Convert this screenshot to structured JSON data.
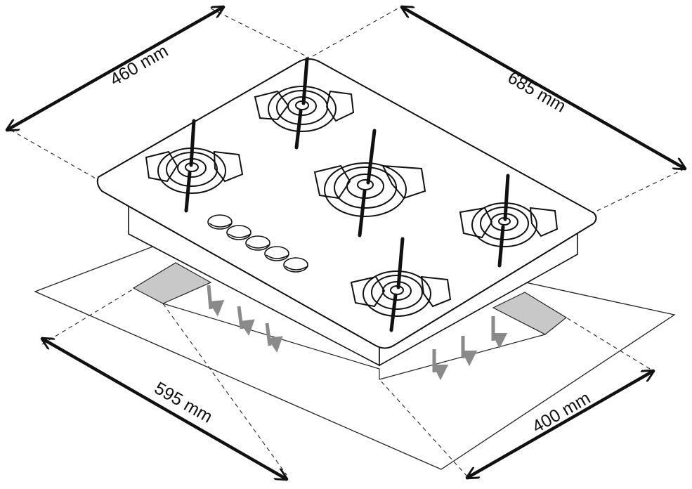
{
  "colors": {
    "stroke": "#111111",
    "guide": "#222222",
    "cutout_fill": "#c8c8c8",
    "airflow_arrow": "#8a8a8a",
    "background": "#ffffff"
  },
  "dimensions": {
    "hob_depth": "460 mm",
    "hob_width": "685 mm",
    "cutout_width": "595 mm",
    "cutout_depth": "400 mm"
  },
  "hob": {
    "burner_count": 5,
    "knob_count": 5,
    "airflow_arrow_count": 6,
    "ventilation_openings": 2
  },
  "icons": {
    "dimension_arrow": "double-headed-arrow-icon",
    "airflow": "down-arrow-icon"
  }
}
